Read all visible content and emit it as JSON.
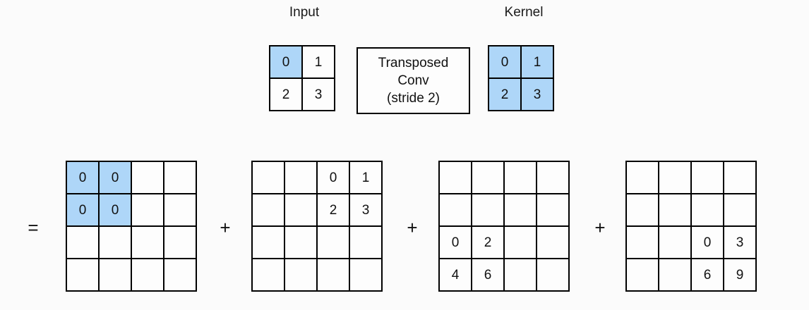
{
  "diagram": {
    "title_input": "Input",
    "title_kernel": "Kernel",
    "operation_box": {
      "line1": "Transposed",
      "line2": "Conv",
      "line3": "(stride 2)"
    },
    "operators": {
      "equals": "=",
      "plus": "+"
    },
    "colors": {
      "highlight": "#aed6f8",
      "cell_background": "#fdfdfd",
      "border": "#000000",
      "page_background": "#fbfbfb"
    }
  },
  "input_matrix": {
    "rows": 2,
    "cols": 2,
    "cells": [
      {
        "value": "0",
        "highlighted": true
      },
      {
        "value": "1",
        "highlighted": false
      },
      {
        "value": "2",
        "highlighted": false
      },
      {
        "value": "3",
        "highlighted": false
      }
    ]
  },
  "kernel_matrix": {
    "rows": 2,
    "cols": 2,
    "cells": [
      {
        "value": "0",
        "highlighted": true
      },
      {
        "value": "1",
        "highlighted": true
      },
      {
        "value": "2",
        "highlighted": true
      },
      {
        "value": "3",
        "highlighted": true
      }
    ]
  },
  "output_terms": [
    {
      "name": "term-1",
      "rows": 4,
      "cols": 4,
      "cells": [
        {
          "value": "0",
          "highlighted": true
        },
        {
          "value": "0",
          "highlighted": true
        },
        {
          "value": "",
          "highlighted": false
        },
        {
          "value": "",
          "highlighted": false
        },
        {
          "value": "0",
          "highlighted": true
        },
        {
          "value": "0",
          "highlighted": true
        },
        {
          "value": "",
          "highlighted": false
        },
        {
          "value": "",
          "highlighted": false
        },
        {
          "value": "",
          "highlighted": false
        },
        {
          "value": "",
          "highlighted": false
        },
        {
          "value": "",
          "highlighted": false
        },
        {
          "value": "",
          "highlighted": false
        },
        {
          "value": "",
          "highlighted": false
        },
        {
          "value": "",
          "highlighted": false
        },
        {
          "value": "",
          "highlighted": false
        },
        {
          "value": "",
          "highlighted": false
        }
      ]
    },
    {
      "name": "term-2",
      "rows": 4,
      "cols": 4,
      "cells": [
        {
          "value": "",
          "highlighted": false
        },
        {
          "value": "",
          "highlighted": false
        },
        {
          "value": "0",
          "highlighted": false
        },
        {
          "value": "1",
          "highlighted": false
        },
        {
          "value": "",
          "highlighted": false
        },
        {
          "value": "",
          "highlighted": false
        },
        {
          "value": "2",
          "highlighted": false
        },
        {
          "value": "3",
          "highlighted": false
        },
        {
          "value": "",
          "highlighted": false
        },
        {
          "value": "",
          "highlighted": false
        },
        {
          "value": "",
          "highlighted": false
        },
        {
          "value": "",
          "highlighted": false
        },
        {
          "value": "",
          "highlighted": false
        },
        {
          "value": "",
          "highlighted": false
        },
        {
          "value": "",
          "highlighted": false
        },
        {
          "value": "",
          "highlighted": false
        }
      ]
    },
    {
      "name": "term-3",
      "rows": 4,
      "cols": 4,
      "cells": [
        {
          "value": "",
          "highlighted": false
        },
        {
          "value": "",
          "highlighted": false
        },
        {
          "value": "",
          "highlighted": false
        },
        {
          "value": "",
          "highlighted": false
        },
        {
          "value": "",
          "highlighted": false
        },
        {
          "value": "",
          "highlighted": false
        },
        {
          "value": "",
          "highlighted": false
        },
        {
          "value": "",
          "highlighted": false
        },
        {
          "value": "0",
          "highlighted": false
        },
        {
          "value": "2",
          "highlighted": false
        },
        {
          "value": "",
          "highlighted": false
        },
        {
          "value": "",
          "highlighted": false
        },
        {
          "value": "4",
          "highlighted": false
        },
        {
          "value": "6",
          "highlighted": false
        },
        {
          "value": "",
          "highlighted": false
        },
        {
          "value": "",
          "highlighted": false
        }
      ]
    },
    {
      "name": "term-4",
      "rows": 4,
      "cols": 4,
      "cells": [
        {
          "value": "",
          "highlighted": false
        },
        {
          "value": "",
          "highlighted": false
        },
        {
          "value": "",
          "highlighted": false
        },
        {
          "value": "",
          "highlighted": false
        },
        {
          "value": "",
          "highlighted": false
        },
        {
          "value": "",
          "highlighted": false
        },
        {
          "value": "",
          "highlighted": false
        },
        {
          "value": "",
          "highlighted": false
        },
        {
          "value": "",
          "highlighted": false
        },
        {
          "value": "",
          "highlighted": false
        },
        {
          "value": "0",
          "highlighted": false
        },
        {
          "value": "3",
          "highlighted": false
        },
        {
          "value": "",
          "highlighted": false
        },
        {
          "value": "",
          "highlighted": false
        },
        {
          "value": "6",
          "highlighted": false
        },
        {
          "value": "9",
          "highlighted": false
        }
      ]
    }
  ]
}
